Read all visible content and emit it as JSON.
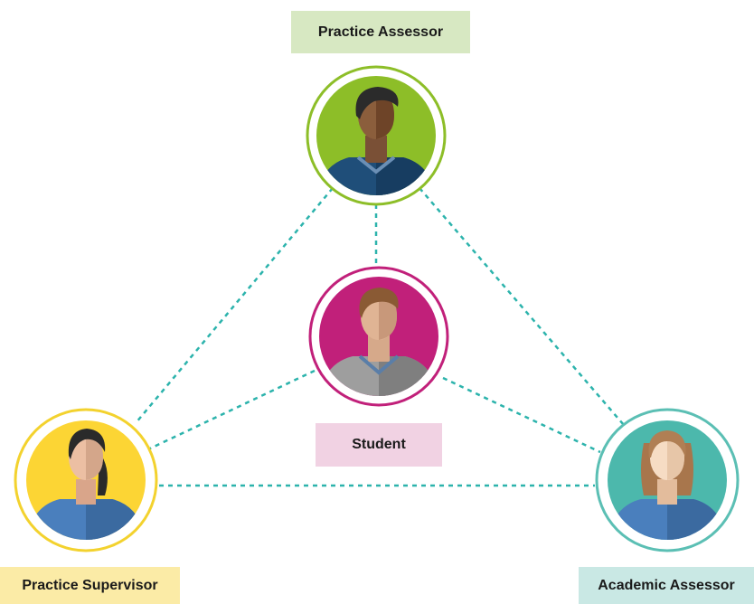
{
  "diagram": {
    "connector_color": "#2cb3ac",
    "nodes": {
      "practice_assessor": {
        "label": "Practice Assessor",
        "ring_color": "#8dbe28",
        "fill_color": "#8dbe28",
        "label_bg": "#d7e8c2"
      },
      "student": {
        "label": "Student",
        "ring_color": "#c1207a",
        "fill_color": "#c1207a",
        "label_bg": "#f1d2e3"
      },
      "practice_supervisor": {
        "label": "Practice Supervisor",
        "ring_color": "#f3d22e",
        "fill_color": "#fcd534",
        "label_bg": "#fbeba6"
      },
      "academic_assessor": {
        "label": "Academic Assessor",
        "ring_color": "#5bbfb4",
        "fill_color": "#4cb8ac",
        "label_bg": "#c9e8e4"
      }
    },
    "connections": [
      [
        "practice_assessor",
        "student"
      ],
      [
        "practice_assessor",
        "practice_supervisor"
      ],
      [
        "practice_assessor",
        "academic_assessor"
      ],
      [
        "student",
        "practice_supervisor"
      ],
      [
        "student",
        "academic_assessor"
      ],
      [
        "practice_supervisor",
        "academic_assessor"
      ]
    ]
  }
}
